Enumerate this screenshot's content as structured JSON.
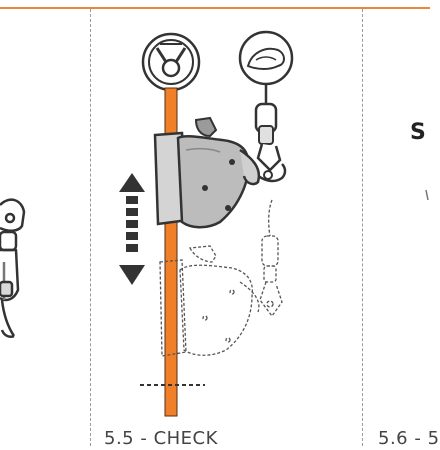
{
  "colors": {
    "accent": "#e8893a",
    "rope": "#f07f2a",
    "line": "#333333",
    "device_fill": "#c9c9c9",
    "device_fill_dark": "#a9a9a9",
    "divider": "#9a9a9a"
  },
  "captions": {
    "step_5_5": "5.5 - CHECK",
    "step_5_6": "5.6 - 5"
  },
  "right_panel": {
    "cut_heading_letter": "S"
  },
  "icons": {
    "check_symbol": "check-ring-icon",
    "hand_symbol": "hand-grip-icon",
    "move_arrow": "double-arrow-up-down-icon"
  }
}
